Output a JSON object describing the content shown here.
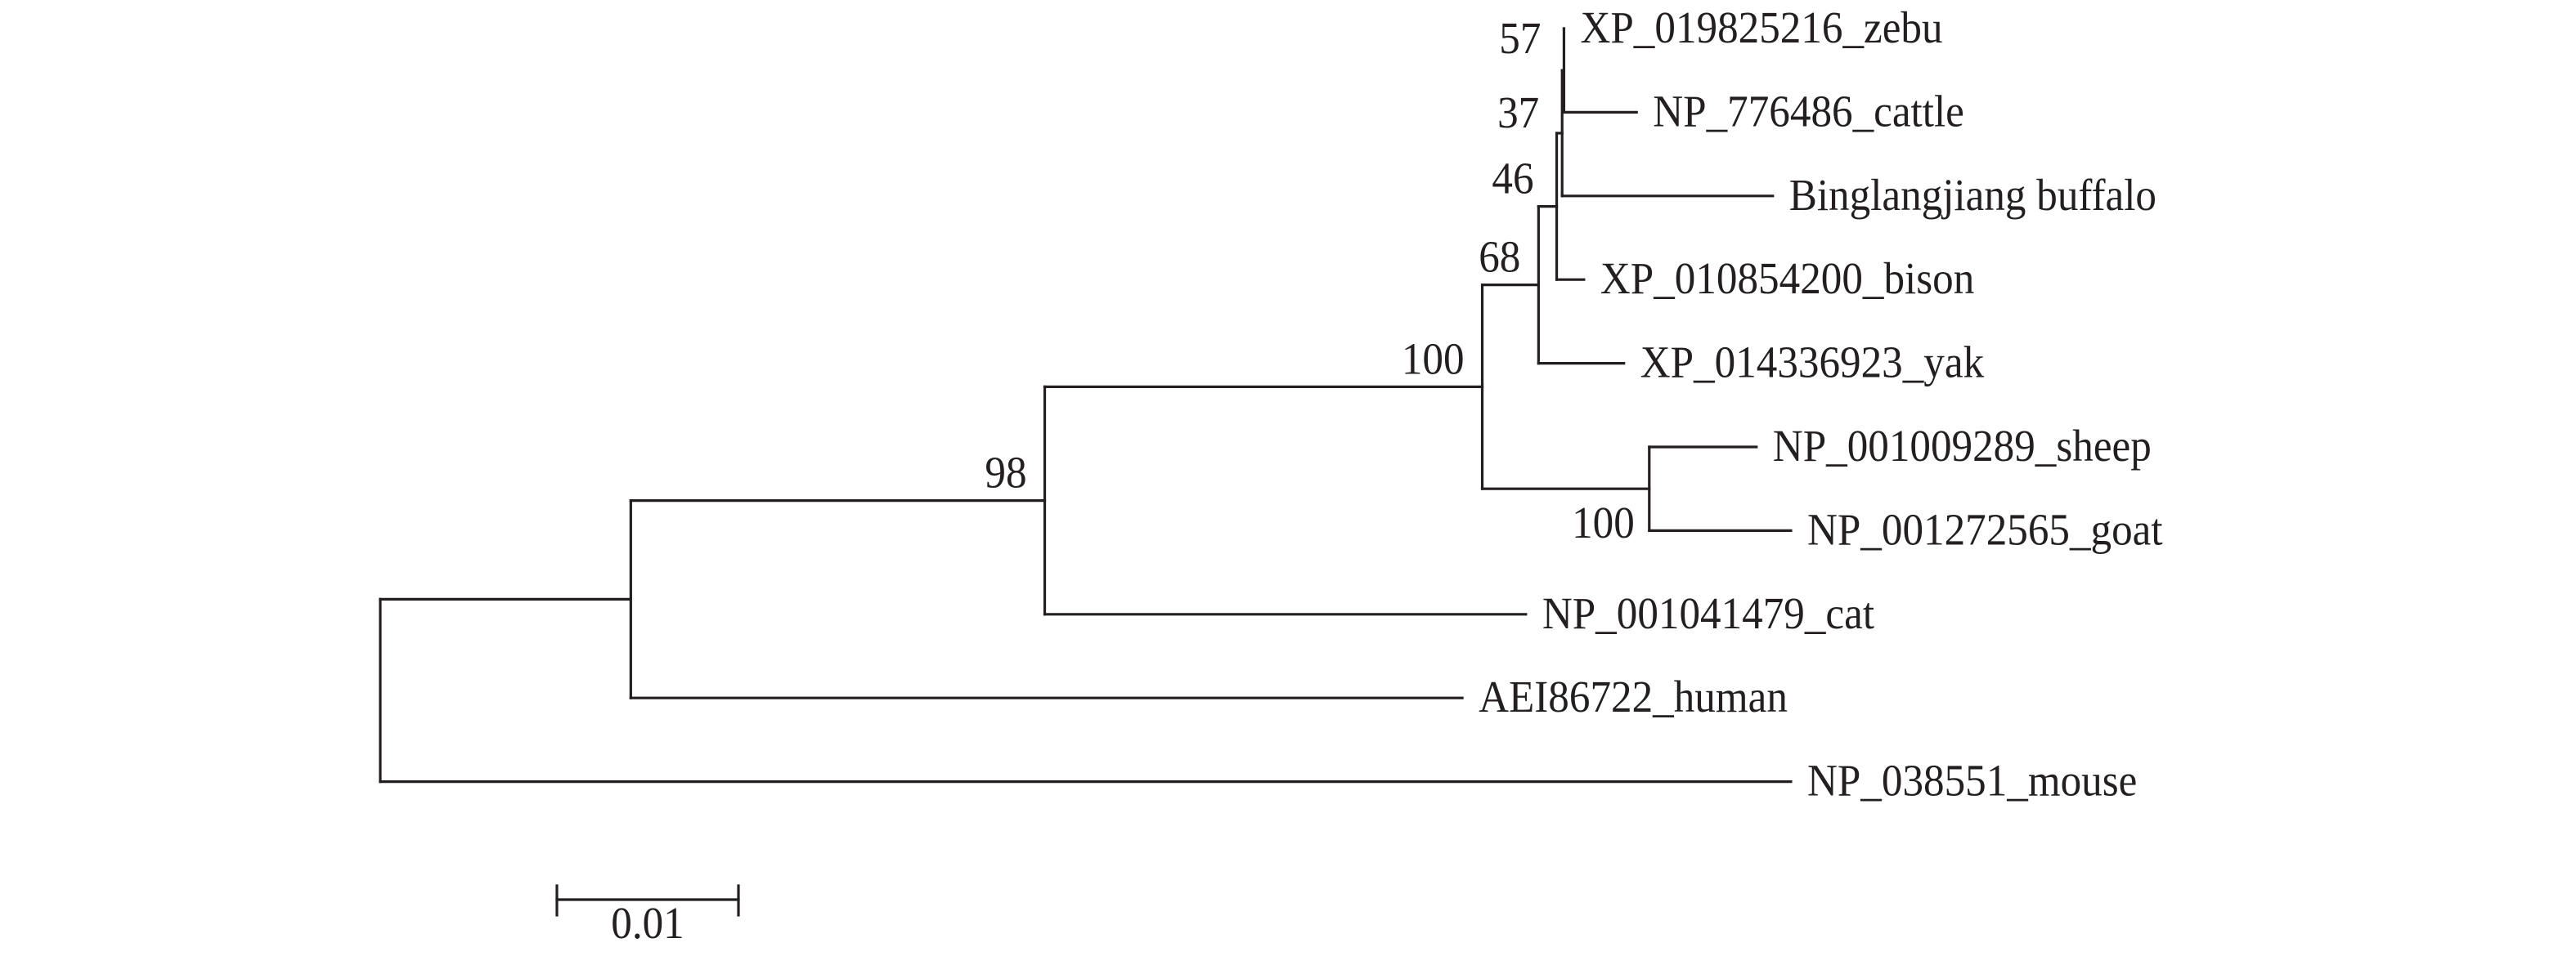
{
  "figure": {
    "type": "phylogenetic_tree",
    "layout": "rectangular",
    "line_color": "#231f20",
    "text_color": "#231f20",
    "background": "#ffffff"
  },
  "chart_data": {
    "type": "tree",
    "title": "",
    "branch_length_units": "substitutions per site",
    "scale_bar": {
      "length": 0.01,
      "label": "0.01"
    },
    "tree": {
      "id": "root",
      "children": [
        {
          "id": "n_a",
          "length": 0.0138,
          "children": [
            {
              "id": "n_b",
              "length": 0.0228,
              "support": "98",
              "children": [
                {
                  "id": "n_c",
                  "length": 0.0241,
                  "support": "100",
                  "children": [
                    {
                      "id": "n_68",
                      "length": 0.0031,
                      "support": "68",
                      "children": [
                        {
                          "id": "n_46",
                          "length": 0.001,
                          "support": "46",
                          "children": [
                            {
                              "id": "n_37",
                              "length": 0.0003,
                              "support": "37",
                              "children": [
                                {
                                  "id": "n_57",
                                  "length": 0.0001,
                                  "support": "57",
                                  "children": [
                                    {
                                      "name": "XP_019825216_zebu",
                                      "length": 0.0
                                    },
                                    {
                                      "name": "NP_776486_cattle",
                                      "length": 0.004
                                    }
                                  ]
                                },
                                {
                                  "name": "Binglangjiang buffalo",
                                  "length": 0.0116
                                }
                              ]
                            },
                            {
                              "name": "XP_010854200_bison",
                              "length": 0.0015
                            }
                          ]
                        },
                        {
                          "name": "XP_014336923_yak",
                          "length": 0.0047
                        }
                      ]
                    },
                    {
                      "id": "n_sg",
                      "length": 0.0092,
                      "support": "100",
                      "support_position": "below",
                      "children": [
                        {
                          "name": "NP_001009289_sheep",
                          "length": 0.0059
                        },
                        {
                          "name": "NP_001272565_goat",
                          "length": 0.0078
                        }
                      ]
                    }
                  ]
                },
                {
                  "name": "NP_001041479_cat",
                  "length": 0.0265
                }
              ]
            },
            {
              "name": "AEI86722_human",
              "length": 0.0458
            }
          ]
        },
        {
          "name": "NP_038551_mouse",
          "length": 0.0777
        }
      ]
    },
    "tip_order": [
      "XP_019825216_zebu",
      "NP_776486_cattle",
      "Binglangjiang buffalo",
      "XP_010854200_bison",
      "XP_014336923_yak",
      "NP_001009289_sheep",
      "NP_001272565_goat",
      "NP_001041479_cat",
      "AEI86722_human",
      "NP_038551_mouse"
    ],
    "bootstrap_values": [
      "57",
      "37",
      "46",
      "68",
      "100",
      "98",
      "100"
    ]
  }
}
